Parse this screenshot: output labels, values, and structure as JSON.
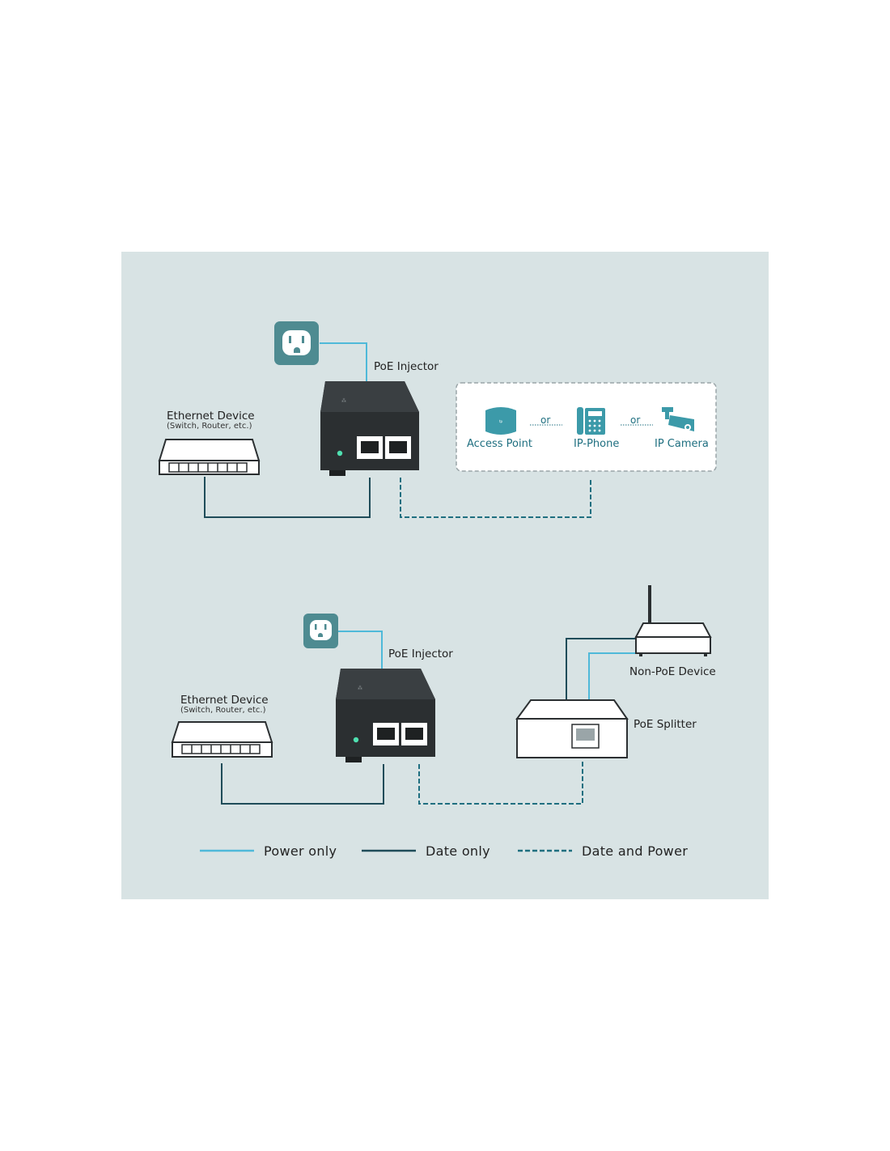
{
  "diagram1": {
    "injector_label": "PoE Injector",
    "ethernet_label": "Ethernet Device",
    "ethernet_sub": "(Switch, Router, etc.)",
    "targets": [
      "Access Point",
      "IP-Phone",
      "IP Camera"
    ],
    "or_label": "or"
  },
  "diagram2": {
    "injector_label": "PoE Injector",
    "ethernet_label": "Ethernet Device",
    "ethernet_sub": "(Switch, Router, etc.)",
    "non_poe_label": "Non-PoE Device",
    "splitter_label": "PoE Splitter"
  },
  "legend": {
    "power_only": "Power only",
    "data_only": "Date only",
    "data_power": "Date and Power"
  },
  "colors": {
    "background": "#d8e3e4",
    "power_line": "#4fb9d9",
    "data_line": "#1f4c59",
    "outlet": "#4e8b91",
    "injector_body": "#2b2f31",
    "device_teal": "#3c9aa9"
  }
}
